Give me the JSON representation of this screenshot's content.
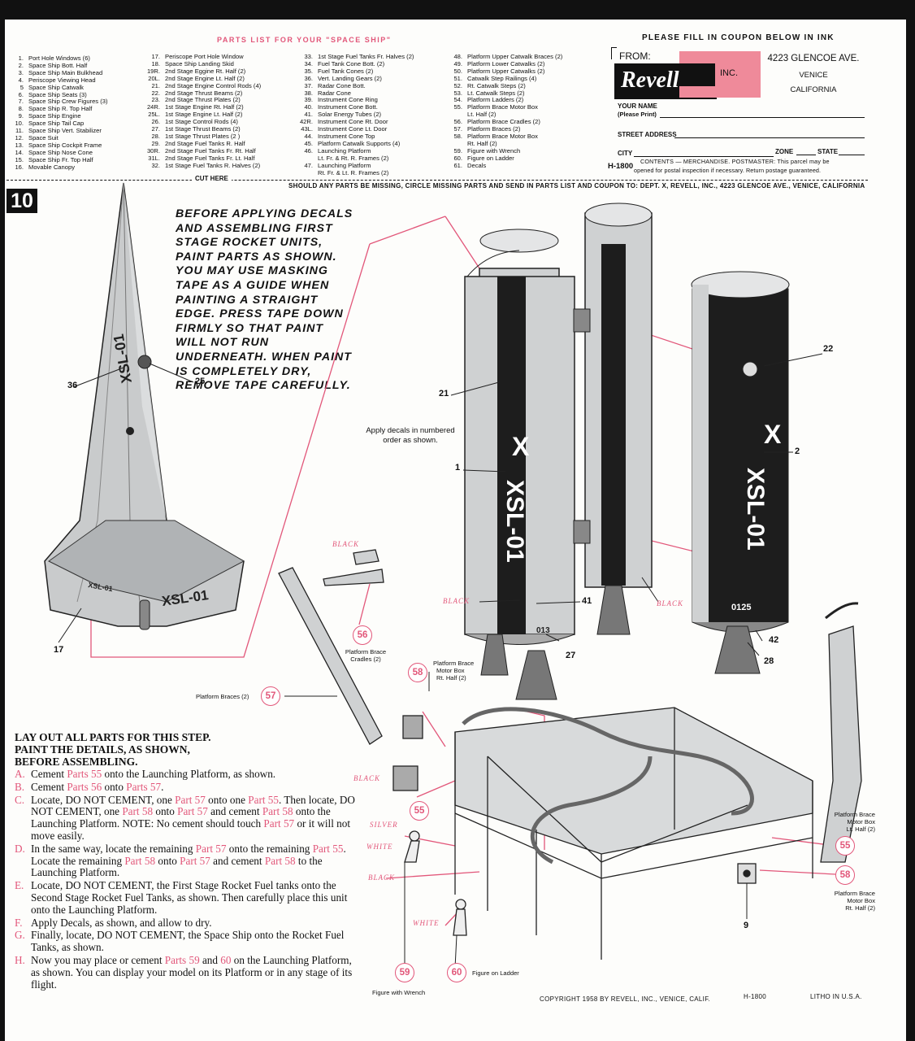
{
  "parts_list": {
    "title": "PARTS LIST FOR YOUR \"SPACE SHIP\"",
    "col1": [
      {
        "n": "1.",
        "t": "Port Hole Windows (6)"
      },
      {
        "n": "2.",
        "t": "Space Ship Bott. Half"
      },
      {
        "n": "3.",
        "t": "Space Ship Main Bulkhead"
      },
      {
        "n": "4.",
        "t": "Periscope Viewing Head"
      },
      {
        "n": "5",
        "t": "Space Ship Catwalk"
      },
      {
        "n": "6.",
        "t": "Space Ship Seats (3)"
      },
      {
        "n": "7.",
        "t": "Space Ship Crew Figures (3)"
      },
      {
        "n": "8.",
        "t": "Space Ship R. Top Half"
      },
      {
        "n": "9.",
        "t": "Space Ship Engine"
      },
      {
        "n": "10.",
        "t": "Space Ship Tail Cap"
      },
      {
        "n": "11.",
        "t": "Space Ship Vert. Stabilizer"
      },
      {
        "n": "12.",
        "t": "Space Suit"
      },
      {
        "n": "13.",
        "t": "Space Ship Cockpit Frame"
      },
      {
        "n": "14.",
        "t": "Space Ship Nose Cone"
      },
      {
        "n": "15.",
        "t": "Space Ship Fr. Top Half"
      },
      {
        "n": "16.",
        "t": "Movable Canopy"
      }
    ],
    "col2": [
      {
        "n": "17.",
        "t": "Periscope Port Hole Window"
      },
      {
        "n": "18.",
        "t": "Space Ship Landing Skid"
      },
      {
        "n": "19R.",
        "t": "2nd Stage Eggine Rt. Half (2)"
      },
      {
        "n": "20L.",
        "t": "2nd Stage Engine Lt. Half (2)"
      },
      {
        "n": "21.",
        "t": "2nd Stage Engine Control Rods (4)"
      },
      {
        "n": "22.",
        "t": "2nd Stage Thrust Beams (2)"
      },
      {
        "n": "23.",
        "t": "2nd Stage Thrust Plates (2)"
      },
      {
        "n": "24R.",
        "t": "1st Stage Engine Rt. Half (2)"
      },
      {
        "n": "25L.",
        "t": "1st Stage Engine Lt. Half (2)"
      },
      {
        "n": "26.",
        "t": "1st Stage Control Rods (4)"
      },
      {
        "n": "27.",
        "t": "1st Stage Thrust Beams (2)"
      },
      {
        "n": "28.",
        "t": "1st Stage Thrust Plates (2 )"
      },
      {
        "n": "29.",
        "t": "2nd Stage Fuel Tanks R. Half"
      },
      {
        "n": "30R.",
        "t": "2nd Stage Fuel Tanks Fr. Rt. Half"
      },
      {
        "n": "31L.",
        "t": "2nd Stage Fuel Tanks Fr. Lt. Half"
      },
      {
        "n": "32.",
        "t": "1st Stage Fuel Tanks R. Halves (2)"
      }
    ],
    "col3": [
      {
        "n": "33.",
        "t": "1st Stage Fuel Tanks Fr. Halves (2)"
      },
      {
        "n": "34.",
        "t": "Fuel Tank Cone Bott. (2)"
      },
      {
        "n": "35.",
        "t": "Fuel Tank Cones (2)"
      },
      {
        "n": "36.",
        "t": "Vert. Landing Gears (2)"
      },
      {
        "n": "37.",
        "t": "Radar Cone Bott."
      },
      {
        "n": "38.",
        "t": "Radar Cone"
      },
      {
        "n": "39.",
        "t": "Instrument Cone Ring"
      },
      {
        "n": "40.",
        "t": "Instrument Cone Bott."
      },
      {
        "n": "41.",
        "t": "Solar Energy Tubes (2)"
      },
      {
        "n": "42R.",
        "t": "Instrument Cone Rt. Door"
      },
      {
        "n": "43L.",
        "t": "Instrument Cone Lt. Door"
      },
      {
        "n": "44.",
        "t": "Instrument Cone Top"
      },
      {
        "n": "45.",
        "t": "Platform Catwalk Supports (4)"
      },
      {
        "n": "46.",
        "t": "Launching Platform"
      },
      {
        "n": "",
        "t": "Lt. Fr. & Rt. R. Frames (2)"
      },
      {
        "n": "47.",
        "t": "Launching Platform"
      },
      {
        "n": "",
        "t": "Rt. Fr. & Lt. R. Frames (2)"
      }
    ],
    "col4": [
      {
        "n": "48.",
        "t": "Platform Upper Catwalk Braces (2)"
      },
      {
        "n": "49.",
        "t": "Platform Lower Catwalks (2)"
      },
      {
        "n": "50.",
        "t": "Platform Upper Catwalks (2)"
      },
      {
        "n": "51.",
        "t": "Catwalk Step Railings (4)"
      },
      {
        "n": "52.",
        "t": "Rt. Catwalk Steps (2)"
      },
      {
        "n": "53.",
        "t": "Lt. Catwalk Steps (2)"
      },
      {
        "n": "54.",
        "t": "Platform Ladders (2)"
      },
      {
        "n": "55.",
        "t": "Platform Brace Motor Box"
      },
      {
        "n": "",
        "t": "Lt. Half (2)"
      },
      {
        "n": "56.",
        "t": "Platform Brace Cradles (2)"
      },
      {
        "n": "57.",
        "t": "Platform Braces (2)"
      },
      {
        "n": "58.",
        "t": "Platform Brace Motor Box"
      },
      {
        "n": "",
        "t": "Rt. Half (2)"
      },
      {
        "n": "59.",
        "t": "Figure with Wrench"
      },
      {
        "n": "60.",
        "t": "Figure on Ladder"
      },
      {
        "n": "61.",
        "t": "Decals"
      }
    ]
  },
  "coupon": {
    "title": "PLEASE FILL IN COUPON BELOW IN INK",
    "from": "FROM:",
    "brand": "Revell",
    "inc": "INC.",
    "addr1": "4223 GLENCOE AVE.",
    "addr2": "VENICE",
    "addr3": "CALIFORNIA",
    "name_label": "YOUR NAME",
    "name_hint": "(Please Print)",
    "street_label": "STREET ADDRESS",
    "city_label": "CITY",
    "zone_label": "ZONE",
    "state_label": "STATE",
    "code": "H-1800",
    "contents_1": "CONTENTS — MERCHANDISE. POSTMASTER: This parcel may be",
    "contents_2": "opened for postal inspection if necessary. Return postage guaranteed."
  },
  "cut_here": "CUT HERE",
  "missing_notice": "SHOULD ANY PARTS BE MISSING, CIRCLE MISSING PARTS AND SEND IN PARTS LIST AND COUPON TO: DEPT. X, REVELL, INC., 4223 GLENCOE AVE., VENICE, CALIFORNIA",
  "step_number": "10",
  "paint_instruction": "BEFORE APPLYING DECALS AND ASSEMBLING FIRST STAGE ROCKET UNITS, PAINT PARTS AS SHOWN. YOU MAY USE MASKING TAPE AS A GUIDE WHEN PAINTING A STRAIGHT EDGE. PRESS TAPE DOWN FIRMLY SO THAT PAINT WILL NOT RUN UNDERNEATH. WHEN PAINT IS COMPLETELY DRY, REMOVE TAPE CAREFULLY.",
  "decal_note_1": "Apply decals in numbered",
  "decal_note_2": "order as shown.",
  "ship_marking": "XSL-01",
  "tank_code": "0125",
  "tank_code_2": "013",
  "callouts": {
    "c36": "36",
    "c25": "25",
    "c17": "17",
    "c21": "21",
    "c1": "1",
    "c22": "22",
    "c2": "2",
    "c41": "41",
    "c27": "27",
    "c42": "42",
    "c28": "28",
    "c9": "9"
  },
  "colors": {
    "black1": "BLACK",
    "black2": "BLACK",
    "black3": "BLACK",
    "black4": "BLACK",
    "black5": "BLACK",
    "silver": "SILVER",
    "white1": "WHITE",
    "white2": "WHITE"
  },
  "parts_circles": {
    "p56": "56",
    "p57": "57",
    "p58": "58",
    "p55a": "55",
    "p55b": "55",
    "p58b": "58",
    "p59": "59",
    "p60": "60"
  },
  "part_labels": {
    "l56a": "Platform Brace",
    "l56b": "Cradles (2)",
    "l57": "Platform Braces (2)",
    "l58a": "Platform Brace",
    "l58b": "Motor Box",
    "l58c": "Rt. Half (2)",
    "l55r1": "Platform Brace",
    "l55r2": "Motor Box",
    "l55r3": "Lt. Half (2)",
    "l58r1": "Platform Brace",
    "l58r2": "Motor Box",
    "l58r3": "Rt. Half (2)",
    "l59": "Figure with Wrench",
    "l60": "Figure on Ladder"
  },
  "steps_heading": [
    "LAY OUT ALL PARTS FOR THIS STEP.",
    "PAINT THE DETAILS, AS SHOWN,",
    "BEFORE ASSEMBLING."
  ],
  "steps": {
    "A_letter": "A.",
    "B_letter": "B.",
    "C_letter": "C.",
    "D_letter": "D.",
    "E_letter": "E.",
    "F_letter": "F.",
    "G_letter": "G.",
    "H_letter": "H.",
    "A_1": "Cement ",
    "A_r1": "Parts 55",
    "A_2": " onto the Launching Platform, as shown.",
    "B_1": "Cement ",
    "B_r1": "Parts 56",
    "B_2": " onto ",
    "B_r2": "Parts 57",
    "B_3": ".",
    "C_1": "Locate, DO NOT CEMENT, one ",
    "C_r1": "Part 57",
    "C_2": " onto one ",
    "C_r2": "Part 55",
    "C_3": ". Then locate, DO NOT CEMENT, one ",
    "C_r3": "Part 58",
    "C_4": " onto ",
    "C_r4": "Part 57",
    "C_5": " and cement ",
    "C_r5": "Part 58",
    "C_6": " onto the Launching Platform. NOTE: No cement should touch ",
    "C_r6": "Part 57",
    "C_7": " or it will not move easily.",
    "D_1": "In the same way, locate the remaining ",
    "D_r1": "Part 57",
    "D_2": " onto the remaining ",
    "D_r2": "Part 55",
    "D_3": ". Locate the remaining ",
    "D_r3": "Part 58",
    "D_4": " onto ",
    "D_r4": "Part 57",
    "D_5": " and cement ",
    "D_r5": "Part 58",
    "D_6": " to the Launching Platform.",
    "E": "Locate, DO NOT CEMENT, the First Stage Rocket Fuel tanks onto the Second Stage Rocket Fuel Tanks, as shown. Then carefully place this unit onto the Launching Platform.",
    "F": "Apply Decals, as shown, and allow to dry.",
    "G": "Finally, locate, DO NOT CEMENT, the Space Ship onto the Rocket Fuel Tanks, as shown.",
    "H_1": "Now you may place or cement ",
    "H_r1": "Parts 59",
    "H_2": " and ",
    "H_r2": "60",
    "H_3": " on the Launching Platform, as shown. You can display your model on its Platform or in any stage of its flight."
  },
  "footer": {
    "copyright": "COPYRIGHT 1958 BY REVELL, INC., VENICE, CALIF.",
    "code": "H-1800",
    "litho": "LITHO IN U.S.A."
  }
}
